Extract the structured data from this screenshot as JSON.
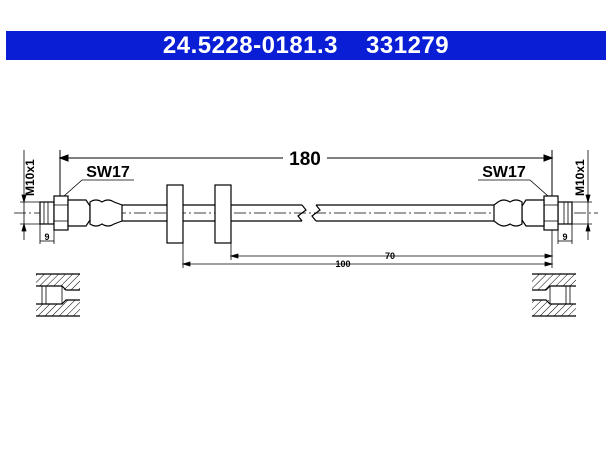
{
  "header": {
    "part_number": "24.5228-0181.3",
    "ref_number": "331279",
    "background_color": "#0a1ed6",
    "text_color": "#ffffff"
  },
  "drawing": {
    "overall_length": "180",
    "left_wrench_size": "SW17",
    "right_wrench_size": "SW17",
    "left_thread": "M10x1",
    "right_thread": "M10x1",
    "left_thread_length": "9",
    "right_thread_length": "9",
    "bracket_distance_near": "70",
    "bracket_distance_far": "100"
  }
}
